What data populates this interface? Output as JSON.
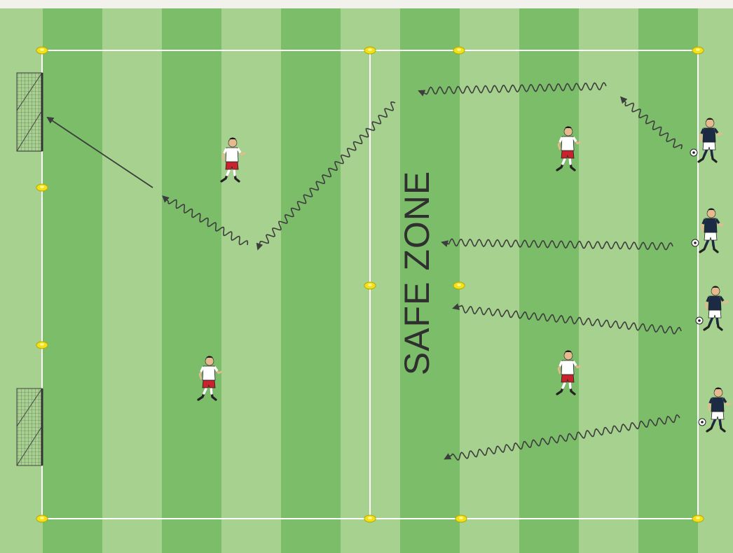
{
  "diagram": {
    "zone_label": "SAFE ZONE",
    "colors": {
      "stripe_dark": "#7cbd6a",
      "stripe_light": "#a6d18e",
      "line": "#ffffff",
      "cone": "#f2e21a",
      "arrow": "#3d3d3d",
      "defender_shirt": "#ffffff",
      "defender_shorts": "#c8232c",
      "attacker_shirt": "#1c2a44",
      "attacker_shorts": "#ffffff"
    },
    "goals": [
      {
        "name": "goal-top"
      },
      {
        "name": "goal-bottom"
      }
    ],
    "defenders": [
      {
        "name": "defender-left-top"
      },
      {
        "name": "defender-left-bottom"
      },
      {
        "name": "defender-right-top"
      },
      {
        "name": "defender-right-bottom"
      }
    ],
    "attackers": [
      {
        "name": "attacker-1",
        "has_ball": true
      },
      {
        "name": "attacker-2",
        "has_ball": true
      },
      {
        "name": "attacker-3",
        "has_ball": true
      },
      {
        "name": "attacker-4",
        "has_ball": true
      }
    ],
    "cone_count": 12,
    "dribble_paths": 7,
    "pass_or_shot_arrows": 1
  }
}
